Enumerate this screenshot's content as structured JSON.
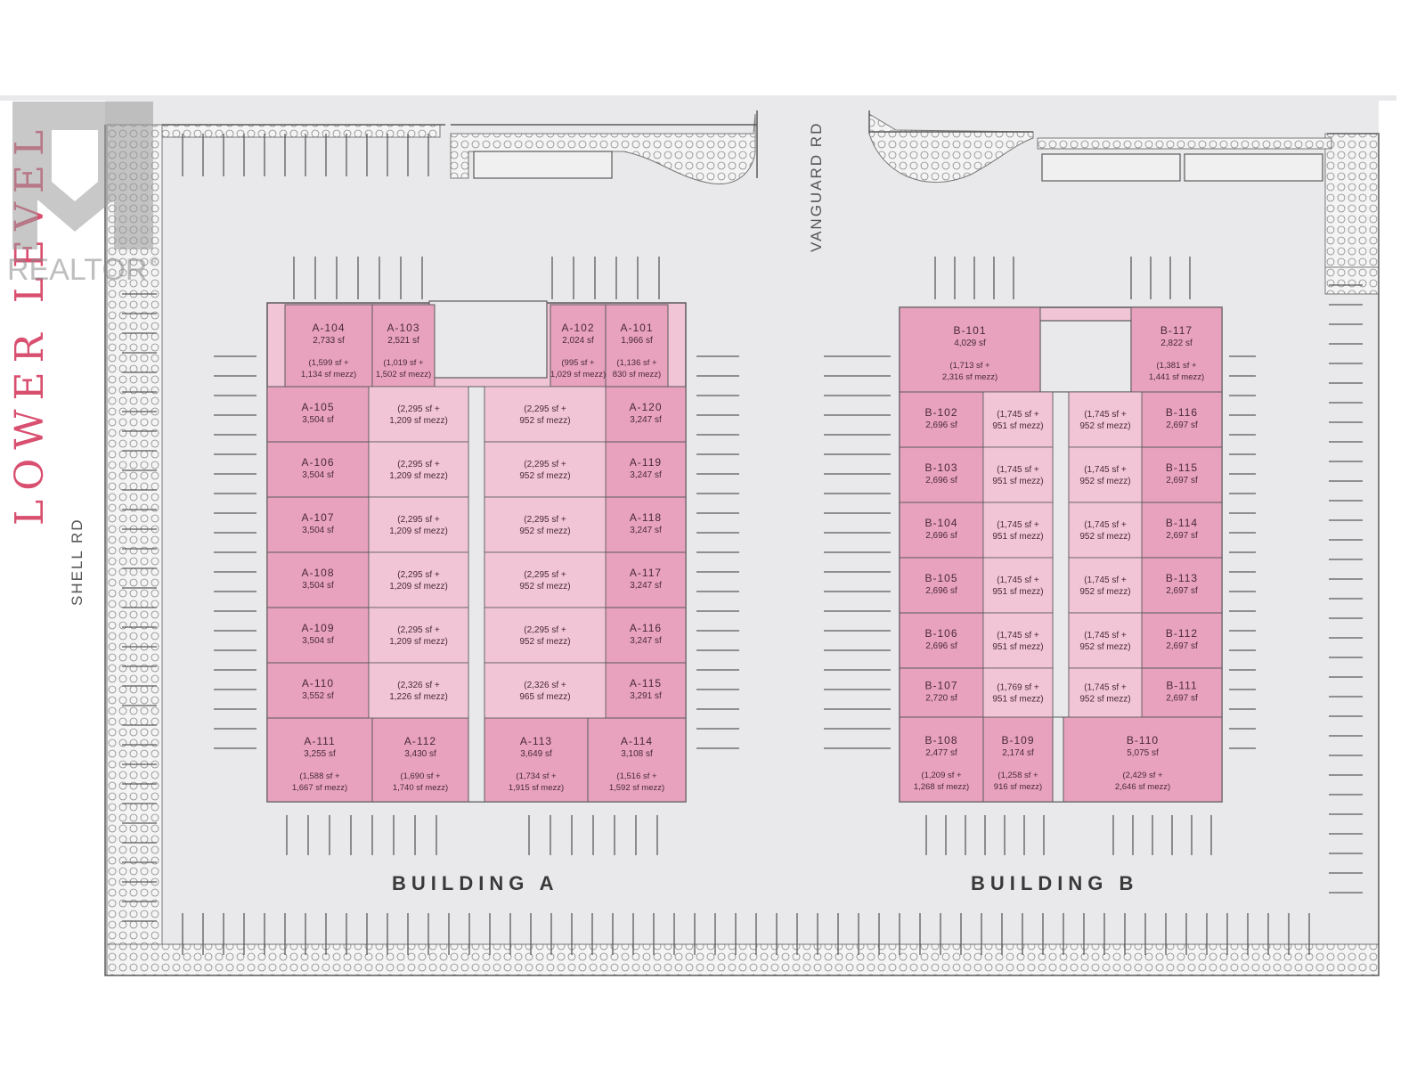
{
  "level_title": "LOWER LEVEL",
  "watermark": {
    "text": "REALTOR",
    "mark": "®"
  },
  "roads": {
    "shell": "SHELL RD",
    "vanguard": "VANGUARD RD"
  },
  "buildings": {
    "a": "BUILDING A",
    "b": "BUILDING B"
  },
  "colors": {
    "unit_dark": "#e8a2bd",
    "unit_light": "#f1c5d6",
    "lot": "#e9e9eb",
    "line": "#5a5a5a",
    "accent": "#d94f70"
  },
  "units": [
    {
      "id": "A-104",
      "l1": "2,733 sf",
      "l2": "(1,599 sf +",
      "l3": "1,134 sf mezz)"
    },
    {
      "id": "A-103",
      "l1": "2,521 sf",
      "l2": "(1,019 sf +",
      "l3": "1,502 sf mezz)"
    },
    {
      "id": "A-102",
      "l1": "2,024 sf",
      "l2": "(995 sf +",
      "l3": "1,029 sf mezz)"
    },
    {
      "id": "A-101",
      "l1": "1,966 sf",
      "l2": "(1,136 sf +",
      "l3": "830 sf mezz)"
    },
    {
      "id": "A-105",
      "l1": "3,504 sf"
    },
    {
      "id": "A-106",
      "l1": "3,504 sf"
    },
    {
      "id": "A-107",
      "l1": "3,504 sf"
    },
    {
      "id": "A-108",
      "l1": "3,504 sf"
    },
    {
      "id": "A-109",
      "l1": "3,504 sf"
    },
    {
      "id": "A-110",
      "l1": "3,552 sf"
    },
    {
      "id": "A-120",
      "l1": "3,247 sf"
    },
    {
      "id": "A-119",
      "l1": "3,247 sf"
    },
    {
      "id": "A-118",
      "l1": "3,247 sf"
    },
    {
      "id": "A-117",
      "l1": "3,247 sf"
    },
    {
      "id": "A-116",
      "l1": "3,247 sf"
    },
    {
      "id": "A-115",
      "l1": "3,291 sf"
    },
    {
      "id": "A-111",
      "l1": "3,255 sf",
      "l2": "(1,588 sf +",
      "l3": "1,667 sf mezz)"
    },
    {
      "id": "A-112",
      "l1": "3,430 sf",
      "l2": "(1,690 sf +",
      "l3": "1,740 sf mezz)"
    },
    {
      "id": "A-113",
      "l1": "3,649 sf",
      "l2": "(1,734 sf +",
      "l3": "1,915 sf mezz)"
    },
    {
      "id": "A-114",
      "l1": "3,108 sf",
      "l2": "(1,516 sf +",
      "l3": "1,592 sf mezz)"
    },
    {
      "id": "B-101",
      "l1": "4,029 sf",
      "l2": "(1,713 sf +",
      "l3": "2,316 sf mezz)"
    },
    {
      "id": "B-117",
      "l1": "2,822 sf",
      "l2": "(1,381 sf +",
      "l3": "1,441 sf mezz)"
    },
    {
      "id": "B-102",
      "l1": "2,696 sf"
    },
    {
      "id": "B-103",
      "l1": "2,696 sf"
    },
    {
      "id": "B-104",
      "l1": "2,696 sf"
    },
    {
      "id": "B-105",
      "l1": "2,696 sf"
    },
    {
      "id": "B-106",
      "l1": "2,696 sf"
    },
    {
      "id": "B-107",
      "l1": "2,720 sf"
    },
    {
      "id": "B-116",
      "l1": "2,697 sf"
    },
    {
      "id": "B-115",
      "l1": "2,697 sf"
    },
    {
      "id": "B-114",
      "l1": "2,697 sf"
    },
    {
      "id": "B-113",
      "l1": "2,697 sf"
    },
    {
      "id": "B-112",
      "l1": "2,697 sf"
    },
    {
      "id": "B-111",
      "l1": "2,697 sf"
    },
    {
      "id": "B-108",
      "l1": "2,477 sf",
      "l2": "(1,209 sf +",
      "l3": "1,268 sf mezz)"
    },
    {
      "id": "B-109",
      "l1": "2,174 sf",
      "l2": "(1,258 sf +",
      "l3": "916 sf mezz)"
    },
    {
      "id": "B-110",
      "l1": "5,075 sf",
      "l2": "(2,429 sf +",
      "l3": "2,646 sf mezz)"
    }
  ],
  "mezz_blocks": [
    {
      "l1": "(2,295 sf +",
      "l2": "1,209 sf mezz)"
    },
    {
      "l1": "(2,295 sf +",
      "l2": "1,209 sf mezz)"
    },
    {
      "l1": "(2,295 sf +",
      "l2": "1,209 sf mezz)"
    },
    {
      "l1": "(2,295 sf +",
      "l2": "1,209 sf mezz)"
    },
    {
      "l1": "(2,295 sf +",
      "l2": "1,209 sf mezz)"
    },
    {
      "l1": "(2,326 sf +",
      "l2": "1,226 sf mezz)"
    },
    {
      "l1": "(2,295 sf +",
      "l2": "952 sf mezz)"
    },
    {
      "l1": "(2,295 sf +",
      "l2": "952 sf mezz)"
    },
    {
      "l1": "(2,295 sf +",
      "l2": "952 sf mezz)"
    },
    {
      "l1": "(2,295 sf +",
      "l2": "952 sf mezz)"
    },
    {
      "l1": "(2,295 sf +",
      "l2": "952 sf mezz)"
    },
    {
      "l1": "(2,326 sf +",
      "l2": "965 sf mezz)"
    },
    {
      "l1": "(1,745 sf +",
      "l2": "951 sf mezz)"
    },
    {
      "l1": "(1,745 sf +",
      "l2": "951 sf mezz)"
    },
    {
      "l1": "(1,745 sf +",
      "l2": "951 sf mezz)"
    },
    {
      "l1": "(1,745 sf +",
      "l2": "951 sf mezz)"
    },
    {
      "l1": "(1,745 sf +",
      "l2": "951 sf mezz)"
    },
    {
      "l1": "(1,769 sf +",
      "l2": "951 sf mezz)"
    },
    {
      "l1": "(1,745 sf +",
      "l2": "952 sf mezz)"
    },
    {
      "l1": "(1,745 sf +",
      "l2": "952 sf mezz)"
    },
    {
      "l1": "(1,745 sf +",
      "l2": "952 sf mezz)"
    },
    {
      "l1": "(1,745 sf +",
      "l2": "952 sf mezz)"
    },
    {
      "l1": "(1,745 sf +",
      "l2": "952 sf mezz)"
    },
    {
      "l1": "(1,745 sf +",
      "l2": "952 sf mezz)"
    }
  ]
}
